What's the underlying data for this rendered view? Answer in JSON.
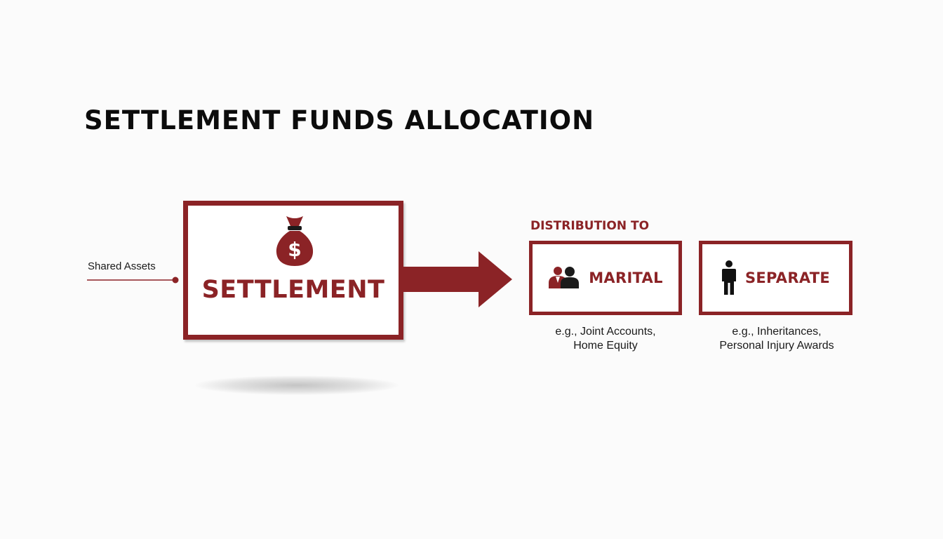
{
  "title": "SETTLEMENT FUNDS ALLOCATION",
  "source": {
    "label": "Shared Assets"
  },
  "settlement": {
    "label": "SETTLEMENT",
    "icon": "money-bag-icon",
    "icon_symbol": "$"
  },
  "distribution": {
    "heading": "DISTRIBUTION TO",
    "categories": [
      {
        "label": "MARITAL",
        "icon": "couple-icon",
        "examples": [
          "e.g., Joint Accounts,",
          "Home Equity"
        ]
      },
      {
        "label": "SEPARATE",
        "icon": "person-icon",
        "examples": [
          "e.g., Inheritances,",
          "Personal Injury Awards"
        ]
      }
    ]
  },
  "colors": {
    "accent": "#8b2326",
    "text": "#111111",
    "background": "#fbfbfb"
  }
}
